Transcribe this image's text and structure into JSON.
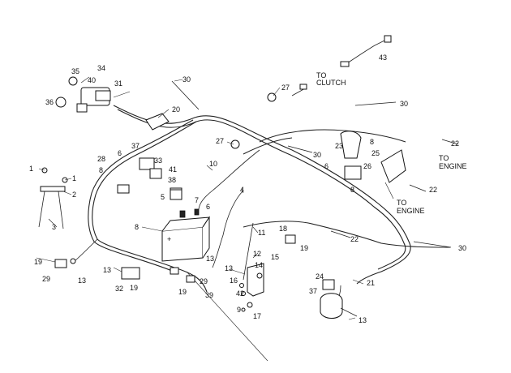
{
  "callouts": [
    {
      "id": "c1a",
      "text": "1"
    },
    {
      "id": "c1b",
      "text": "1"
    },
    {
      "id": "c2",
      "text": "2"
    },
    {
      "id": "c3",
      "text": "3"
    },
    {
      "id": "c4",
      "text": "4"
    },
    {
      "id": "c5",
      "text": "5"
    },
    {
      "id": "c6a",
      "text": "6"
    },
    {
      "id": "c6b",
      "text": "6"
    },
    {
      "id": "c6c",
      "text": "6"
    },
    {
      "id": "c7",
      "text": "7"
    },
    {
      "id": "c8a",
      "text": "8"
    },
    {
      "id": "c8b",
      "text": "8"
    },
    {
      "id": "c8c",
      "text": "8"
    },
    {
      "id": "c8d",
      "text": "8"
    },
    {
      "id": "c9",
      "text": "9"
    },
    {
      "id": "c10",
      "text": "10"
    },
    {
      "id": "c11",
      "text": "11"
    },
    {
      "id": "c12",
      "text": "12"
    },
    {
      "id": "c13a",
      "text": "13"
    },
    {
      "id": "c13b",
      "text": "13"
    },
    {
      "id": "c13c",
      "text": "13"
    },
    {
      "id": "c13d",
      "text": "13"
    },
    {
      "id": "c13e",
      "text": "13"
    },
    {
      "id": "c14",
      "text": "14"
    },
    {
      "id": "c15",
      "text": "15"
    },
    {
      "id": "c16",
      "text": "16"
    },
    {
      "id": "c17",
      "text": "17"
    },
    {
      "id": "c18",
      "text": "18"
    },
    {
      "id": "c19a",
      "text": "19"
    },
    {
      "id": "c19b",
      "text": "19"
    },
    {
      "id": "c19c",
      "text": "19"
    },
    {
      "id": "c19d",
      "text": "19"
    },
    {
      "id": "c20",
      "text": "20"
    },
    {
      "id": "c21",
      "text": "21"
    },
    {
      "id": "c22a",
      "text": "22"
    },
    {
      "id": "c22b",
      "text": "22"
    },
    {
      "id": "c22c",
      "text": "22"
    },
    {
      "id": "c23",
      "text": "23"
    },
    {
      "id": "c24",
      "text": "24"
    },
    {
      "id": "c25",
      "text": "25"
    },
    {
      "id": "c26",
      "text": "26"
    },
    {
      "id": "c27a",
      "text": "27"
    },
    {
      "id": "c27b",
      "text": "27"
    },
    {
      "id": "c28",
      "text": "28"
    },
    {
      "id": "c29a",
      "text": "29"
    },
    {
      "id": "c29b",
      "text": "29"
    },
    {
      "id": "c30a",
      "text": "30"
    },
    {
      "id": "c30b",
      "text": "30"
    },
    {
      "id": "c30c",
      "text": "30"
    },
    {
      "id": "c30d",
      "text": "30"
    },
    {
      "id": "c31",
      "text": "31"
    },
    {
      "id": "c32",
      "text": "32"
    },
    {
      "id": "c33",
      "text": "33"
    },
    {
      "id": "c34",
      "text": "34"
    },
    {
      "id": "c35",
      "text": "35"
    },
    {
      "id": "c36",
      "text": "36"
    },
    {
      "id": "c37a",
      "text": "37"
    },
    {
      "id": "c37b",
      "text": "37"
    },
    {
      "id": "c38",
      "text": "38"
    },
    {
      "id": "c39",
      "text": "39"
    },
    {
      "id": "c40",
      "text": "40"
    },
    {
      "id": "c41",
      "text": "41"
    },
    {
      "id": "c42",
      "text": "42"
    },
    {
      "id": "c43",
      "text": "43"
    }
  ],
  "labels": {
    "to_clutch_1": "TO",
    "to_clutch_2": "CLUTCH",
    "to_engine_a1": "TO",
    "to_engine_a2": "ENGINE",
    "to_engine_b1": "TO",
    "to_engine_b2": "ENGINE"
  },
  "colors": {
    "line": "#222222",
    "background": "#ffffff"
  }
}
